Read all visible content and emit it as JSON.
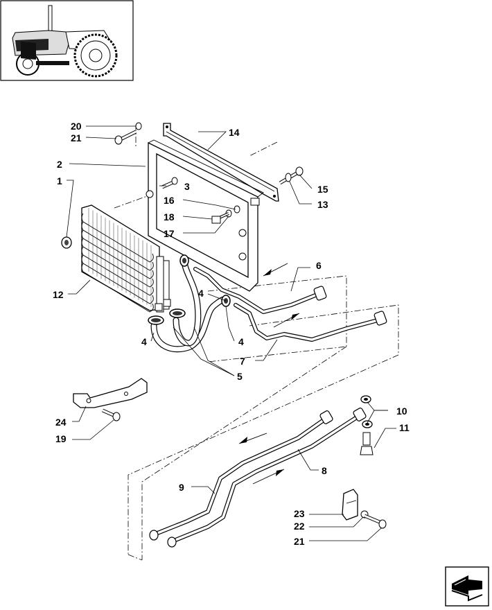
{
  "callouts": {
    "c1": "1",
    "c2": "2",
    "c3": "3",
    "c4a": "4",
    "c4b": "4",
    "c4c": "4",
    "c5": "5",
    "c6": "6",
    "c7": "7",
    "c8": "8",
    "c9": "9",
    "c10": "10",
    "c11": "11",
    "c12": "12",
    "c13": "13",
    "c14": "14",
    "c15": "15",
    "c16": "16",
    "c17": "17",
    "c18": "18",
    "c19": "19",
    "c20": "20",
    "c21a": "21",
    "c21b": "21",
    "c22": "22",
    "c23": "23",
    "c24": "24"
  },
  "icons": {
    "thumbnail": "tractor-location-thumbnail",
    "nav": "next-page-arrow-icon"
  },
  "colors": {
    "line": "#000000",
    "background": "#ffffff"
  }
}
